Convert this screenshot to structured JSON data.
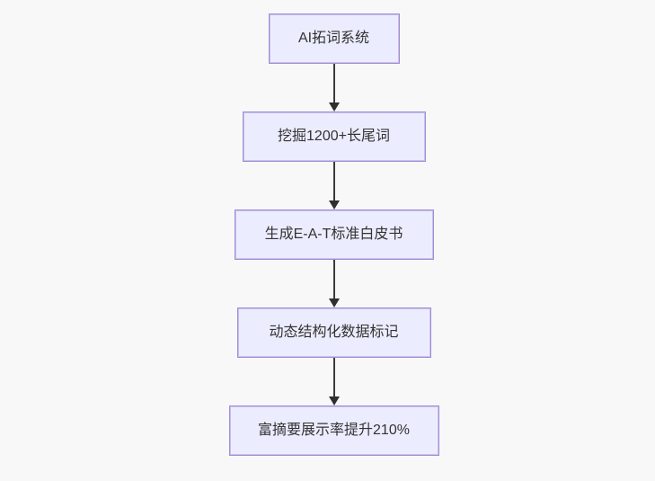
{
  "flowchart": {
    "type": "vertical-flow",
    "nodes": [
      {
        "id": "A",
        "label": "AI拓词系统"
      },
      {
        "id": "B",
        "label": "挖掘1200+长尾词"
      },
      {
        "id": "C",
        "label": "生成E-A-T标准白皮书"
      },
      {
        "id": "D",
        "label": "动态结构化数据标记"
      },
      {
        "id": "E",
        "label": "富摘要展示率提升210%"
      }
    ],
    "edges": [
      {
        "from": "A",
        "to": "B"
      },
      {
        "from": "B",
        "to": "C"
      },
      {
        "from": "C",
        "to": "D"
      },
      {
        "from": "D",
        "to": "E"
      }
    ],
    "colors": {
      "node_fill": "#ECECFF",
      "node_border": "#9f8fd6",
      "arrow": "#333333",
      "text": "#333333",
      "background": "#f8f8f8"
    }
  }
}
